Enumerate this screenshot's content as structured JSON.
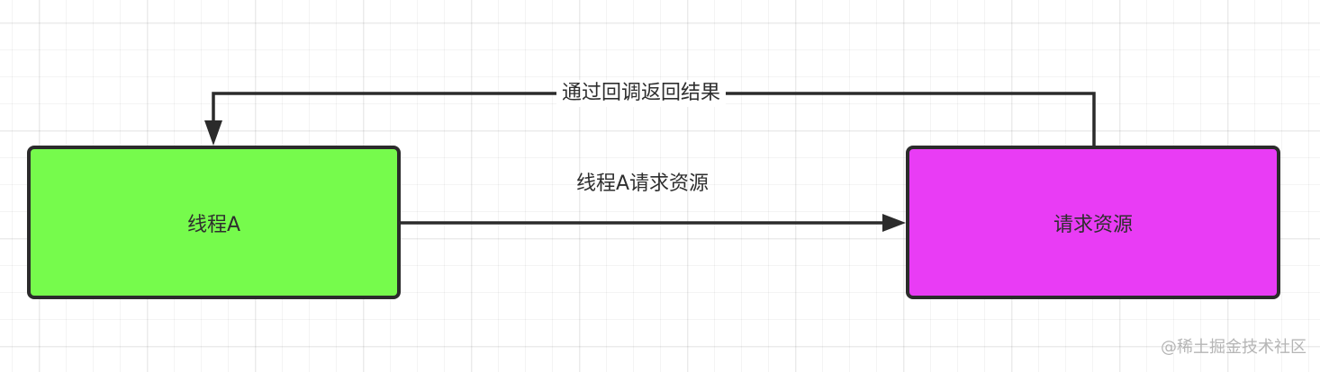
{
  "diagram": {
    "nodes": [
      {
        "id": "thread-a",
        "label": "线程A",
        "fill": "#76FB4C",
        "border": "#2B2B2B"
      },
      {
        "id": "request-resource",
        "label": "请求资源",
        "fill": "#E93CF5",
        "border": "#2B2B2B"
      }
    ],
    "edges": [
      {
        "from": "thread-a",
        "to": "request-resource",
        "label": "线程A请求资源"
      },
      {
        "from": "request-resource",
        "to": "thread-a",
        "label": "通过回调返回结果"
      }
    ],
    "line_color": "#2B2B2B",
    "background": "grid"
  },
  "watermark": "@稀土掘金技术社区"
}
